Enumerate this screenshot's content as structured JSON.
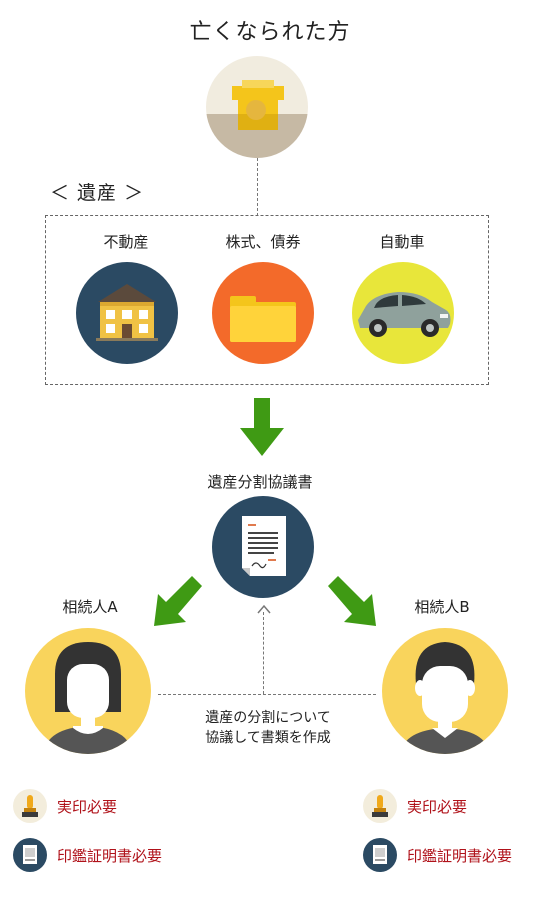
{
  "deceased": {
    "title": "亡くなられた方",
    "icon": "urn-icon"
  },
  "estate": {
    "heading": "＜ 遺産 ＞",
    "items": [
      {
        "label": "不動産",
        "icon": "house-icon",
        "bg": "#2b4a63"
      },
      {
        "label": "株式、債券",
        "icon": "folder-icon",
        "bg": "#f36a2a"
      },
      {
        "label": "自動車",
        "icon": "car-icon",
        "bg": "#e8e63a"
      }
    ]
  },
  "agreement": {
    "title": "遺産分割協議書",
    "icon": "document-icon",
    "bg": "#2b4a63"
  },
  "heirs": [
    {
      "name": "相続人A",
      "icon": "woman-avatar-icon",
      "bg": "#f9d45c"
    },
    {
      "name": "相続人B",
      "icon": "man-avatar-icon",
      "bg": "#f9d45c"
    }
  ],
  "discussion_note": {
    "line1": "遺産の分割について",
    "line2": "協議して書類を作成"
  },
  "requirements": {
    "left": [
      {
        "label": "実印必要",
        "icon": "seal-stamp-icon"
      },
      {
        "label": "印鑑証明書必要",
        "icon": "certificate-icon"
      }
    ],
    "right": [
      {
        "label": "実印必要",
        "icon": "seal-stamp-icon"
      },
      {
        "label": "印鑑証明書必要",
        "icon": "certificate-icon"
      }
    ]
  },
  "colors": {
    "arrow": "#3f9a14",
    "red_text": "#b0121a",
    "navy": "#2b4a63",
    "yellow": "#f9d45c"
  }
}
